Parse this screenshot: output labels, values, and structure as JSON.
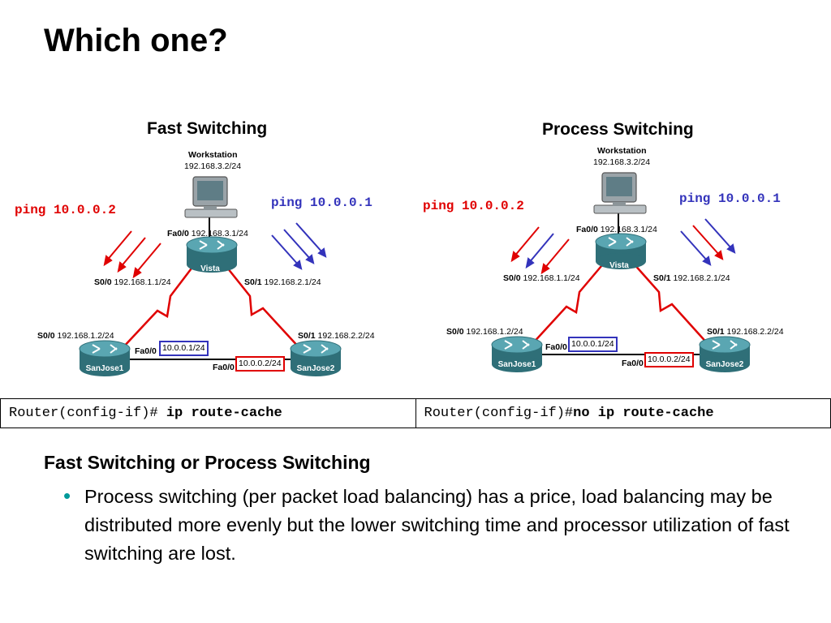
{
  "slide": {
    "title": "Which one?",
    "section_heading": "Fast Switching or Process Switching",
    "bullet": "Process switching (per packet load balancing) has a price, load balancing may be distributed more evenly but the lower switching time and processor utilization of fast switching are lost."
  },
  "colors": {
    "red": "#e00000",
    "blue": "#3333bb",
    "bullet": "#009999",
    "router": "#3f8a95"
  },
  "icons": [
    "workstation-icon",
    "router-icon"
  ],
  "diagrams": [
    {
      "title": "Fast Switching",
      "workstation": {
        "name": "Workstation",
        "ip": "192.168.3.2/24"
      },
      "ping_left": "ping 10.0.0.2",
      "ping_right": "ping 10.0.0.1",
      "vista": {
        "name": "Vista",
        "fa00_if": "Fa0/0",
        "fa00_ip": "192.168.3.1/24",
        "s00_if": "S0/0",
        "s00_ip": "192.168.1.1/24",
        "s01_if": "S0/1",
        "s01_ip": "192.168.2.1/24"
      },
      "sanjose1": {
        "name": "SanJose1",
        "s00_if": "S0/0",
        "s00_ip": "192.168.1.2/24",
        "fa00_if": "Fa0/0",
        "fa00_ip": "10.0.0.1/24"
      },
      "sanjose2": {
        "name": "SanJose2",
        "s01_if": "S0/1",
        "s01_ip": "192.168.2.2/24",
        "fa00_if": "Fa0/0",
        "fa00_ip": "10.0.0.2/24"
      }
    },
    {
      "title": "Process Switching",
      "workstation": {
        "name": "Workstation",
        "ip": "192.168.3.2/24"
      },
      "ping_left": "ping 10.0.0.2",
      "ping_right": "ping 10.0.0.1",
      "vista": {
        "name": "Vista",
        "fa00_if": "Fa0/0",
        "fa00_ip": "192.168.3.1/24",
        "s00_if": "S0/0",
        "s00_ip": "192.168.1.1/24",
        "s01_if": "S0/1",
        "s01_ip": "192.168.2.1/24"
      },
      "sanjose1": {
        "name": "SanJose1",
        "s00_if": "S0/0",
        "s00_ip": "192.168.1.2/24",
        "fa00_if": "Fa0/0",
        "fa00_ip": "10.0.0.1/24"
      },
      "sanjose2": {
        "name": "SanJose2",
        "s01_if": "S0/1",
        "s01_ip": "192.168.2.2/24",
        "fa00_if": "Fa0/0",
        "fa00_ip": "10.0.0.2/24"
      }
    }
  ],
  "commands": {
    "left_prefix": "Router(config-if)# ",
    "left_cmd": "ip route-cache",
    "right_prefix": "Router(config-if)#",
    "right_cmd": "no ip route-cache"
  }
}
